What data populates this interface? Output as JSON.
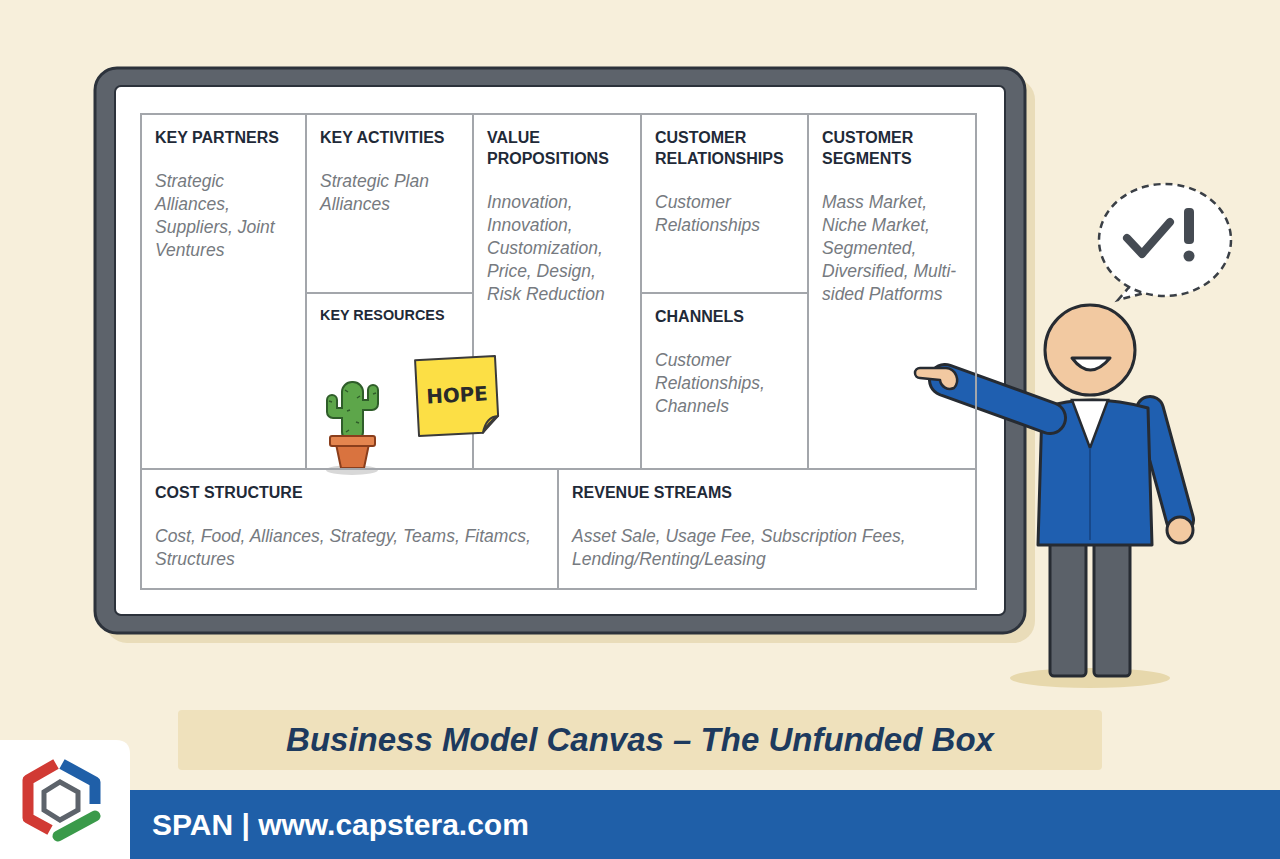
{
  "diagram": {
    "nodes": [
      {
        "text": [
          "KEY PARTNERS",
          "Strategic Alliances, Suppliers, Joint Ventures"
        ]
      },
      {
        "text": [
          "KEY ACTIVITIES",
          "Strategic Plan Alliances"
        ]
      },
      {
        "text": [
          "VALUE PROPOSITIONS",
          "Innovation, Innovation, Customization, Price, Design, Risk Reduction"
        ]
      },
      {
        "text": [
          "CUSTOMER RELATIONSHIPS",
          "Customer Relationships"
        ]
      },
      {
        "text": [
          "CUSTOMER SEGMENTS",
          "Mass Market, Niche Market, Segmented, Diversified, Multi-sided Platforms"
        ]
      },
      {
        "text": [
          "KEY RESOURCES"
        ]
      },
      {
        "text": [
          "HOPE"
        ],
        "in": 5
      },
      {
        "text": [
          "CHANNELS",
          "Customer Relationships, Channels"
        ]
      },
      {
        "text": [
          "COST STRUCTURE",
          "Cost, Food, Alliances, Strategy, Teams, Fitamcs, Structures"
        ]
      },
      {
        "text": [
          "REVENUE STREAMS",
          "Asset Sale, Usage Fee, Subscription Fees, Lending/Renting/Leasing"
        ]
      },
      {
        "text": [
          "Business Model Canvas – The Unfunded Box"
        ]
      },
      {
        "text": [
          "SPAN | www.capstera.com"
        ]
      }
    ]
  }
}
